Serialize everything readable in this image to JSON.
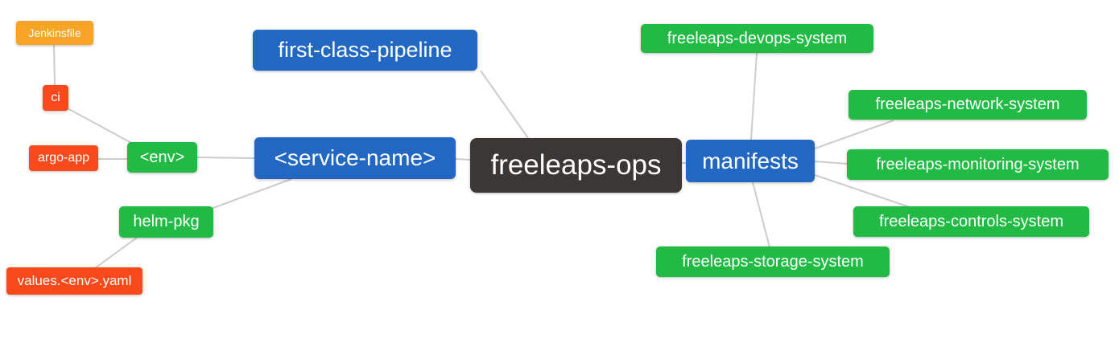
{
  "diagram": {
    "title": "freeleaps-ops mind map",
    "palette": {
      "root_bg": "#3B3734",
      "branch_bg": "#2268C2",
      "leaf_green_bg": "#21BA45",
      "leaf_red_bg": "#FA4A1C",
      "leaf_amber_bg": "#F7A427",
      "edge": "#CCCCCC",
      "text": "#FFFFFF",
      "canvas_bg": "#FFFFFF"
    },
    "nodes": {
      "freeleaps_ops": {
        "label": "freeleaps-ops"
      },
      "first_class_pipeline": {
        "label": "first-class-pipeline"
      },
      "service_name": {
        "label": "<service-name>"
      },
      "manifests": {
        "label": "manifests"
      },
      "env": {
        "label": "<env>"
      },
      "helm_pkg": {
        "label": "helm-pkg"
      },
      "ci": {
        "label": "ci"
      },
      "argo_app": {
        "label": "argo-app"
      },
      "jenkinsfile": {
        "label": "Jenkinsfile"
      },
      "values_env_yaml": {
        "label": "values.<env>.yaml"
      },
      "devops_system": {
        "label": "freeleaps-devops-system"
      },
      "network_system": {
        "label": "freeleaps-network-system"
      },
      "monitoring_system": {
        "label": "freeleaps-monitoring-system"
      },
      "controls_system": {
        "label": "freeleaps-controls-system"
      },
      "storage_system": {
        "label": "freeleaps-storage-system"
      }
    },
    "edges": [
      [
        "jenkinsfile",
        "ci"
      ],
      [
        "ci",
        "env"
      ],
      [
        "argo_app",
        "env"
      ],
      [
        "env",
        "service_name"
      ],
      [
        "helm_pkg",
        "service_name"
      ],
      [
        "values_env_yaml",
        "helm_pkg"
      ],
      [
        "first_class_pipeline",
        "freeleaps_ops"
      ],
      [
        "service_name",
        "freeleaps_ops"
      ],
      [
        "freeleaps_ops",
        "manifests"
      ],
      [
        "manifests",
        "devops_system"
      ],
      [
        "manifests",
        "network_system"
      ],
      [
        "manifests",
        "monitoring_system"
      ],
      [
        "manifests",
        "controls_system"
      ],
      [
        "manifests",
        "storage_system"
      ]
    ]
  }
}
